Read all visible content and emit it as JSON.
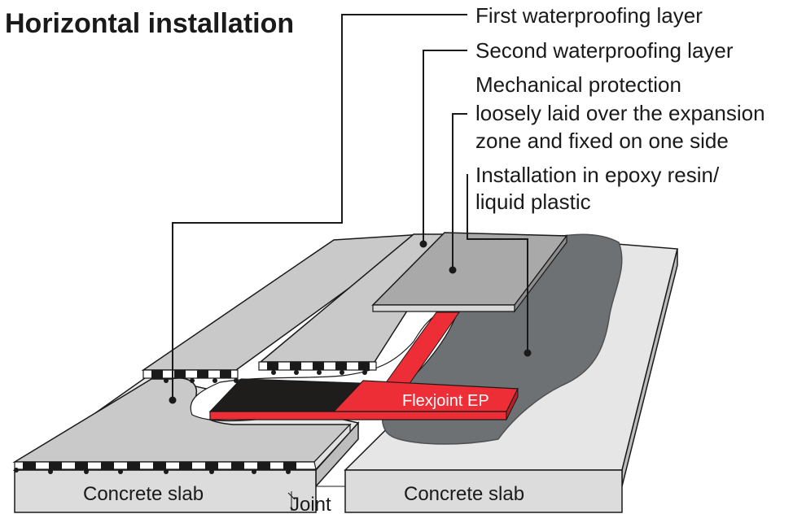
{
  "title": "Horizontal installation",
  "labels": {
    "first_layer": "First waterproofing layer",
    "second_layer": "Second waterproofing layer",
    "protection_line1": "Mechanical protection",
    "protection_line2": "loosely laid over the expansion",
    "protection_line3": "zone and fixed on one side",
    "installation_line1": "Installation in epoxy resin/",
    "installation_line2": "liquid plastic"
  },
  "product_name": "Flexjoint EP",
  "slab_left": "Concrete slab",
  "slab_right": "Concrete slab",
  "joint": "Joint",
  "colors": {
    "slab": "#dcdcdc",
    "waterproofing": "#c8c8c8",
    "protection": "#a9a9a9",
    "resin": "#6e7173",
    "tape_black": "#1f1c1c",
    "tape_red": "#ee2e36"
  }
}
